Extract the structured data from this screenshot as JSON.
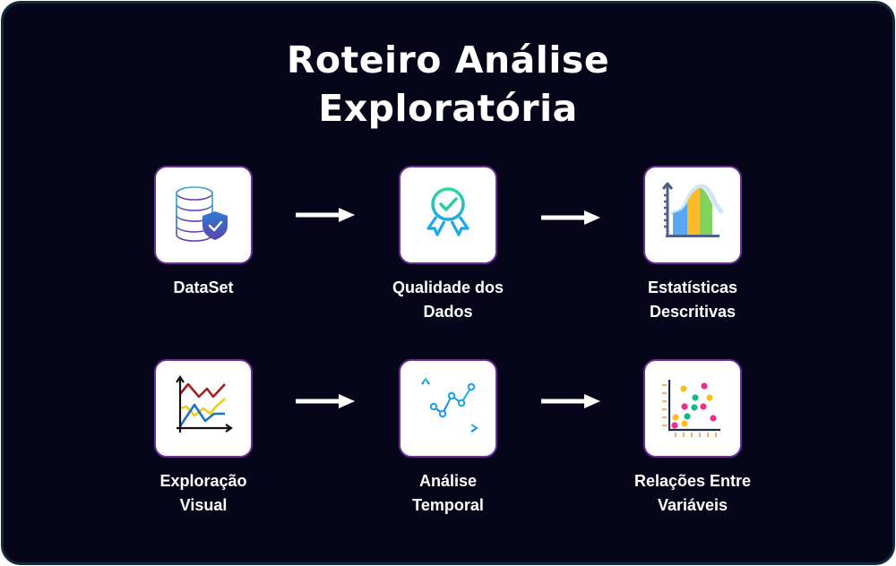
{
  "title": {
    "line1": "Roteiro Análise",
    "line2": "Exploratória"
  },
  "colors": {
    "background": "#07051a",
    "frame_border": "#0f2a3a",
    "card_border": "#6a2d9a",
    "card_fill": "#ffffff",
    "text": "#ffffff"
  },
  "steps": [
    {
      "id": "dataset",
      "icon": "database-shield-icon",
      "line1": "DataSet",
      "line2": ""
    },
    {
      "id": "qualidade",
      "icon": "quality-badge-icon",
      "line1": "Qualidade dos",
      "line2": "Dados"
    },
    {
      "id": "estatisticas",
      "icon": "distribution-curve-icon",
      "line1": "Estatísticas",
      "line2": "Descritivas"
    },
    {
      "id": "exploracao",
      "icon": "multi-line-chart-icon",
      "line1": "Exploração",
      "line2": "Visual"
    },
    {
      "id": "temporal",
      "icon": "time-series-chart-icon",
      "line1": "Análise",
      "line2": "Temporal"
    },
    {
      "id": "relacoes",
      "icon": "scatter-plot-icon",
      "line1": "Relações Entre",
      "line2": "Variáveis"
    }
  ],
  "arrows": [
    {
      "from": "dataset",
      "to": "qualidade",
      "icon": "arrow-right-icon"
    },
    {
      "from": "qualidade",
      "to": "estatisticas",
      "icon": "arrow-right-icon"
    },
    {
      "from": "exploracao",
      "to": "temporal",
      "icon": "arrow-right-icon"
    },
    {
      "from": "temporal",
      "to": "relacoes",
      "icon": "arrow-right-icon"
    }
  ]
}
